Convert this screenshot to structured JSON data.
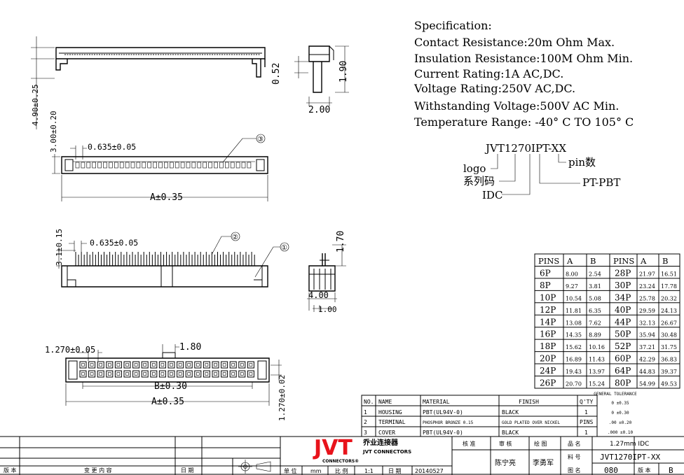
{
  "spec": {
    "heading": "Specification:",
    "lines": [
      "Contact Resistance:20m Ohm Max.",
      "Insulation Resistance:100M Ohm Min.",
      "Current Rating:1A AC,DC.",
      "Voltage Rating:250V AC,DC.",
      "Withstanding Voltage:500V AC Min.",
      "Temperature Range: -40° C TO 105° C"
    ]
  },
  "part_code": {
    "code": "JVT1270IPT-XX",
    "logo": "logo",
    "serial": "系列码",
    "idc": "IDC",
    "pin": "pin数",
    "pt": "PT-PBT"
  },
  "dims": {
    "h490": "4.90±0.25",
    "h300": "3.00±0.20",
    "h310": "3.1±0.15",
    "p635a": "0.635±0.05",
    "p635b": "0.635±0.05",
    "a1": "A±0.35",
    "a2": "A±0.35",
    "b": "B±0.30",
    "d052": "0.52",
    "d190": "1.90",
    "d200": "2.00",
    "d170": "1.70",
    "d400": "4.00",
    "d100": "1.00",
    "p1270": "1.270±0.05",
    "d180": "1.80",
    "v1270": "1.270±0.02",
    "c1": "①",
    "c2": "②",
    "c3": "③"
  },
  "pins_table": {
    "headers": [
      "PINS",
      "A",
      "B",
      "PINS",
      "A",
      "B"
    ],
    "rows": [
      [
        "6P",
        "8.00",
        "2.54",
        "28P",
        "21.97",
        "16.51"
      ],
      [
        "8P",
        "9.27",
        "3.81",
        "30P",
        "23.24",
        "17.78"
      ],
      [
        "10P",
        "10.54",
        "5.08",
        "34P",
        "25.78",
        "20.32"
      ],
      [
        "12P",
        "11.81",
        "6.35",
        "40P",
        "29.59",
        "24.13"
      ],
      [
        "14P",
        "13.08",
        "7.62",
        "44P",
        "32.13",
        "26.67"
      ],
      [
        "16P",
        "14.35",
        "8.89",
        "50P",
        "35.94",
        "30.48"
      ],
      [
        "18P",
        "15.62",
        "10.16",
        "52P",
        "37.21",
        "31.75"
      ],
      [
        "20P",
        "16.89",
        "11.43",
        "60P",
        "42.29",
        "36.83"
      ],
      [
        "24P",
        "19.43",
        "13.97",
        "64P",
        "44.83",
        "39.37"
      ],
      [
        "26P",
        "20.70",
        "15.24",
        "80P",
        "54.99",
        "49.53"
      ]
    ]
  },
  "bom": {
    "headers": [
      "NO.",
      "NAME",
      "MATERIAL",
      "FINISH",
      "Q'TY"
    ],
    "rows": [
      [
        "1",
        "HOUSING",
        "PBT(UL94V-0)",
        "BLACK",
        "1"
      ],
      [
        "2",
        "TERMINAL",
        "PHOSPHOR BRONZE 0.15",
        "GOLD PLATED OVER NICKEL",
        "PINS"
      ],
      [
        "3",
        "COVER",
        "PBT(UL94V-0)",
        "BLACK",
        "1"
      ]
    ]
  },
  "tolerance": {
    "title": "GENERAL TOLERANCE",
    "lines": [
      "0    ±0.35",
      "0   ±0.30",
      ".00  ±0.20",
      ".000 ±0.10"
    ]
  },
  "title_block": {
    "brand": "JVT",
    "brand_cn": "乔业连接器",
    "brand_en": "JVT CONNECTORS",
    "brand_sub": "CONNECTORS®",
    "check": "核 准",
    "review": "审 核",
    "draw": "绘 图",
    "pname_label": "品 名",
    "pname": "1.27mm IDC",
    "pno_label": "料 号",
    "pno": "JVT1270IPT-XX",
    "fig_label": "图 名",
    "fig": "080",
    "ver_label": "版 本",
    "ver": "B",
    "reviewer": "陈宁亮",
    "drafter": "李勇军",
    "rev_col": "版 本",
    "change_col": "变 更 内 容",
    "date_col": "日 期",
    "unit_label": "单 位",
    "unit": "mm",
    "scale_label": "比 例",
    "scale": "1:1",
    "date_label": "日 期",
    "date": "20140527"
  },
  "accent": "#e8131b"
}
